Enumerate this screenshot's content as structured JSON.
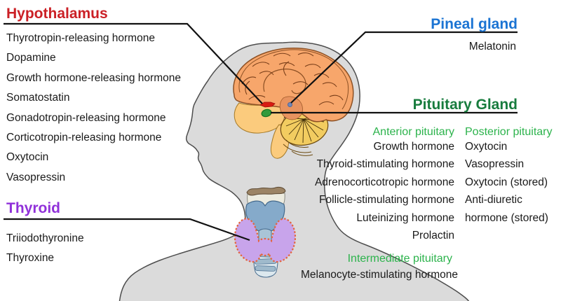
{
  "colors": {
    "text": "#1a1a1a",
    "leader_line": "#111111",
    "silhouette_fill": "#dbdbdb",
    "cerebrum_fill": "#f7a66b",
    "cerebellum_fill": "#f2cc60",
    "brainstem_fill": "#fbcb7d",
    "thyroid_gland_fill": "#c8a4eb",
    "thyroid_border": "#e4643c",
    "cartilage_fill": "#85aaca"
  },
  "glands": {
    "hypothalamus": {
      "label": "Hypothalamus",
      "color": "#cb2026",
      "hormones": [
        "Thyrotropin-releasing hormone",
        "Dopamine",
        "Growth hormone-releasing hormone",
        "Somatostatin",
        "Gonadotropin-releasing hormone",
        "Corticotropin-releasing hormone",
        "Oxytocin",
        "Vasopressin"
      ]
    },
    "pineal": {
      "label": "Pineal gland",
      "color": "#1b74d3",
      "hormones": [
        "Melatonin"
      ]
    },
    "pituitary": {
      "label": "Pituitary Gland",
      "color": "#187c3e",
      "accent": "#2cb34c",
      "anterior": {
        "label": "Anterior pituitary",
        "hormones": [
          "Growth hormone",
          "Thyroid-stimulating hormone",
          "Adrenocorticotropic hormone",
          "Follicle-stimulating hormone",
          "Luteinizing hormone",
          "Prolactin"
        ]
      },
      "posterior": {
        "label": "Posterior pituitary",
        "hormones": [
          "Oxytocin",
          "Vasopressin",
          "Oxytocin (stored)",
          "Anti-diuretic hormone (stored)"
        ]
      },
      "intermediate": {
        "label": "Intermediate pituitary",
        "hormones": [
          "Melanocyte-stimulating hormone"
        ]
      }
    },
    "thyroid": {
      "label": "Thyroid",
      "color": "#9031d9",
      "hormones": [
        "Triiodothyronine",
        "Thyroxine"
      ]
    }
  }
}
